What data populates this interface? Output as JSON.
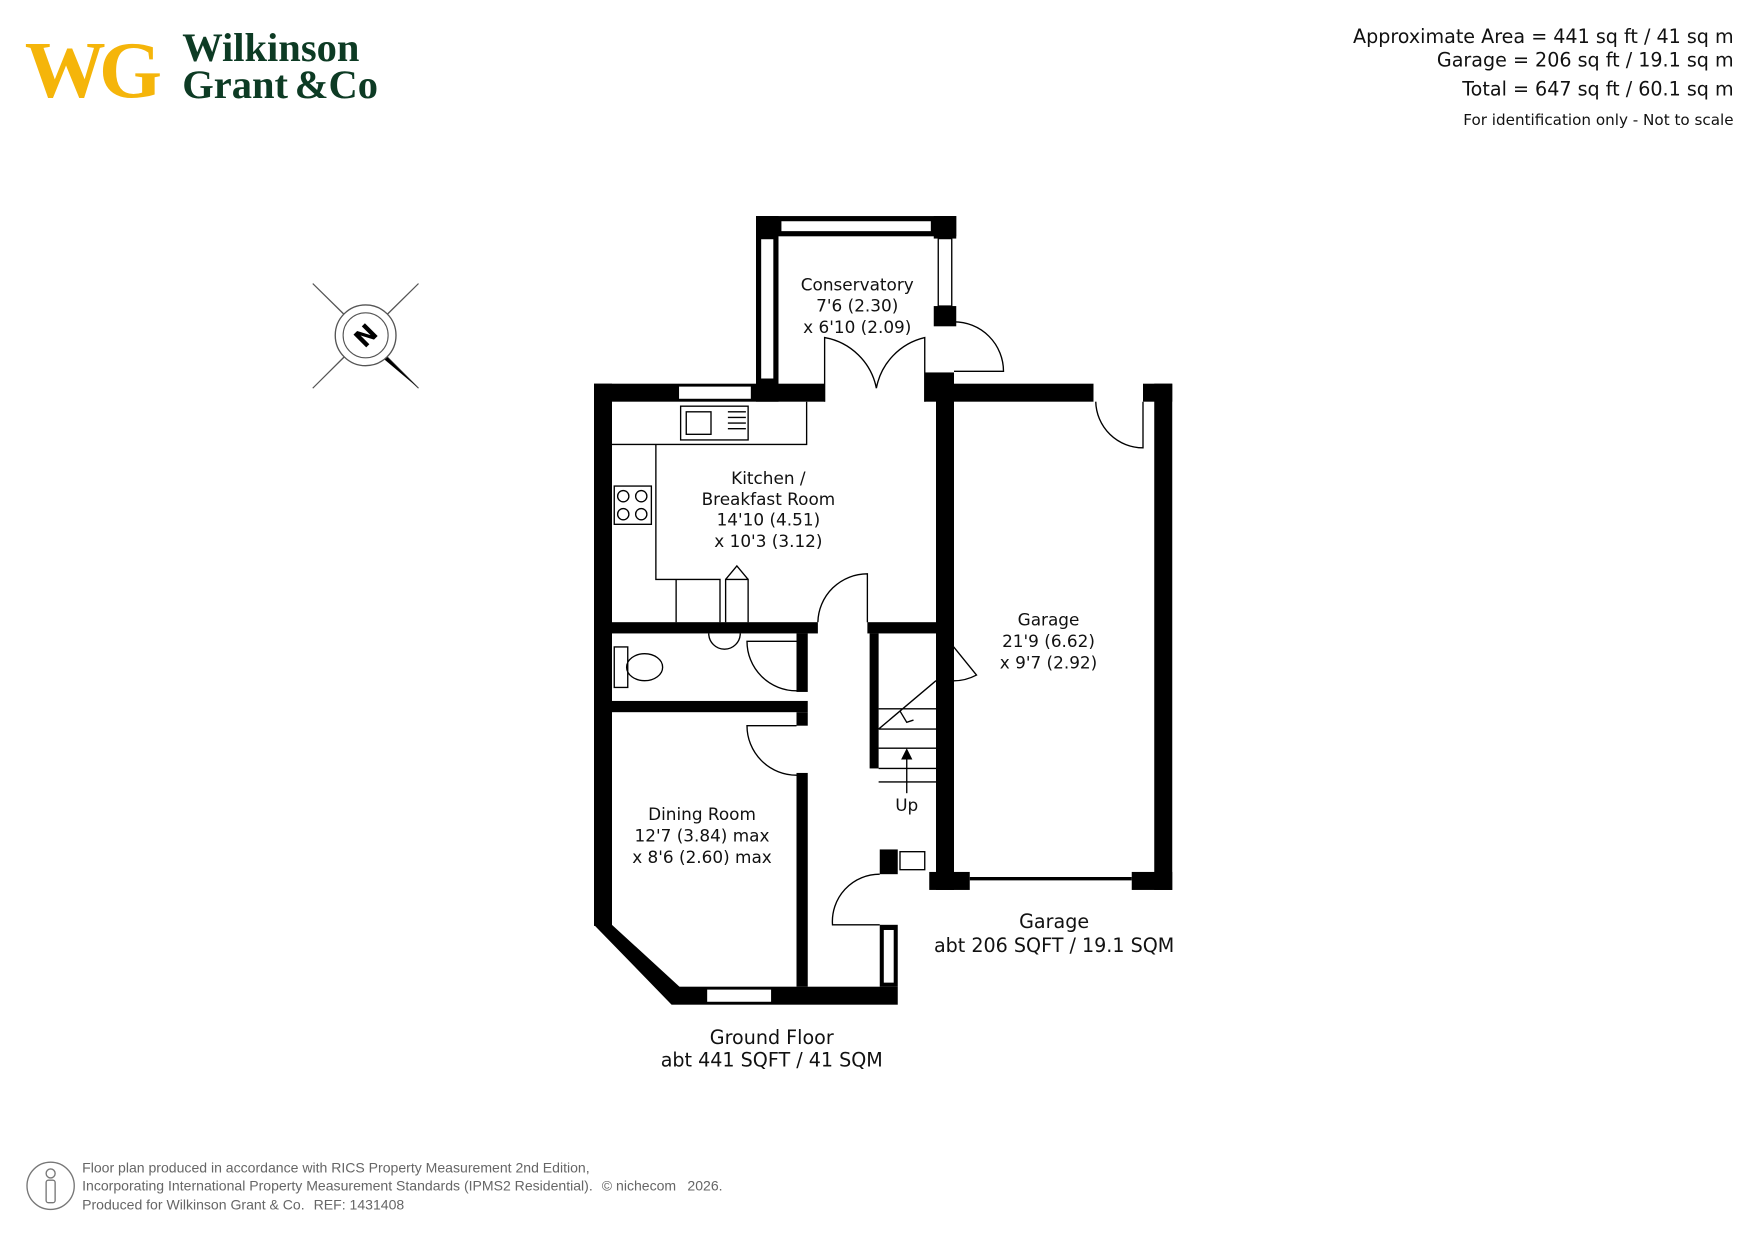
{
  "brand": {
    "monogram": "WG",
    "line1": "Wilkinson",
    "line2": "Grant",
    "line3": "&Co",
    "gold": "#f5b50a",
    "green": "#0d3b24"
  },
  "areas": {
    "approx": "Approximate Area = 441 sq ft / 41 sq m",
    "garage": "Garage = 206 sq ft / 19.1 sq m",
    "total": "Total = 647 sq ft / 60.1 sq m",
    "note": "For identification only - Not to scale"
  },
  "compass": {
    "label": "N"
  },
  "rooms": {
    "conservatory": {
      "name": "Conservatory",
      "dim1": "7'6 (2.30)",
      "dim2": "x 6'10 (2.09)"
    },
    "kitchen": {
      "name1": "Kitchen /",
      "name2": "Breakfast Room",
      "dim1": "14'10 (4.51)",
      "dim2": "x 10'3 (3.12)"
    },
    "garage": {
      "name": "Garage",
      "dim1": "21'9 (6.62)",
      "dim2": "x 9'7 (2.92)"
    },
    "dining": {
      "name": "Dining Room",
      "dim1": "12'7 (3.84) max",
      "dim2": "x 8'6 (2.60) max"
    },
    "stairs": {
      "label": "Up"
    }
  },
  "floors": {
    "ground": {
      "name": "Ground Floor",
      "area": "abt 441 SQFT / 41 SQM"
    },
    "garage": {
      "name": "Garage",
      "area": "abt 206 SQFT / 19.1 SQM"
    }
  },
  "footer": {
    "line1": "Floor plan produced in accordance with RICS Property Measurement 2nd Edition,",
    "line2": "Incorporating International Property Measurement Standards (IPMS2 Residential).",
    "copyright": "© nichecom",
    "year": "2026.",
    "line3": "Produced for Wilkinson Grant & Co.",
    "ref": "REF:  1431408"
  }
}
